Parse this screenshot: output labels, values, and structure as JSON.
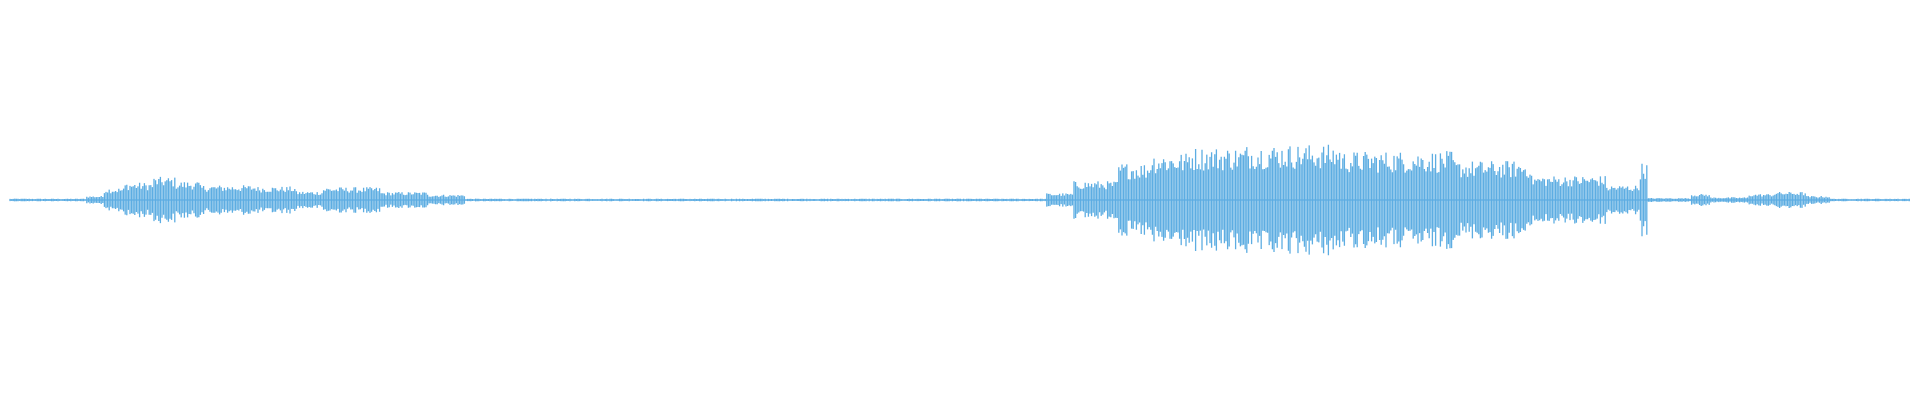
{
  "waveform": {
    "color": "#5dade2",
    "background": "#ffffff",
    "segments": [
      {
        "from": 0.0,
        "to": 0.04,
        "amp": 0.02
      },
      {
        "from": 0.04,
        "to": 0.049,
        "amp": 0.06
      },
      {
        "from": 0.049,
        "to": 0.06,
        "amp": 0.18
      },
      {
        "from": 0.06,
        "to": 0.075,
        "amp": 0.26
      },
      {
        "from": 0.075,
        "to": 0.087,
        "amp": 0.34
      },
      {
        "from": 0.087,
        "to": 0.1,
        "amp": 0.28
      },
      {
        "from": 0.1,
        "to": 0.13,
        "amp": 0.22
      },
      {
        "from": 0.13,
        "to": 0.15,
        "amp": 0.2
      },
      {
        "from": 0.15,
        "to": 0.165,
        "amp": 0.13
      },
      {
        "from": 0.165,
        "to": 0.195,
        "amp": 0.19
      },
      {
        "from": 0.195,
        "to": 0.22,
        "amp": 0.12
      },
      {
        "from": 0.22,
        "to": 0.24,
        "amp": 0.08
      },
      {
        "from": 0.24,
        "to": 0.545,
        "amp": 0.02
      },
      {
        "from": 0.545,
        "to": 0.56,
        "amp": 0.1
      },
      {
        "from": 0.56,
        "to": 0.583,
        "amp": 0.28
      },
      {
        "from": 0.583,
        "to": 0.6,
        "amp": 0.55
      },
      {
        "from": 0.6,
        "to": 0.62,
        "amp": 0.7
      },
      {
        "from": 0.62,
        "to": 0.65,
        "amp": 0.78
      },
      {
        "from": 0.65,
        "to": 0.7,
        "amp": 0.82
      },
      {
        "from": 0.7,
        "to": 0.76,
        "amp": 0.72
      },
      {
        "from": 0.76,
        "to": 0.8,
        "amp": 0.58
      },
      {
        "from": 0.8,
        "to": 0.84,
        "amp": 0.36
      },
      {
        "from": 0.84,
        "to": 0.858,
        "amp": 0.22
      },
      {
        "from": 0.858,
        "to": 0.862,
        "amp": 0.55
      },
      {
        "from": 0.862,
        "to": 0.885,
        "amp": 0.03
      },
      {
        "from": 0.885,
        "to": 0.895,
        "amp": 0.09
      },
      {
        "from": 0.895,
        "to": 0.915,
        "amp": 0.04
      },
      {
        "from": 0.915,
        "to": 0.928,
        "amp": 0.09
      },
      {
        "from": 0.928,
        "to": 0.945,
        "amp": 0.12
      },
      {
        "from": 0.945,
        "to": 0.958,
        "amp": 0.06
      }
    ]
  }
}
